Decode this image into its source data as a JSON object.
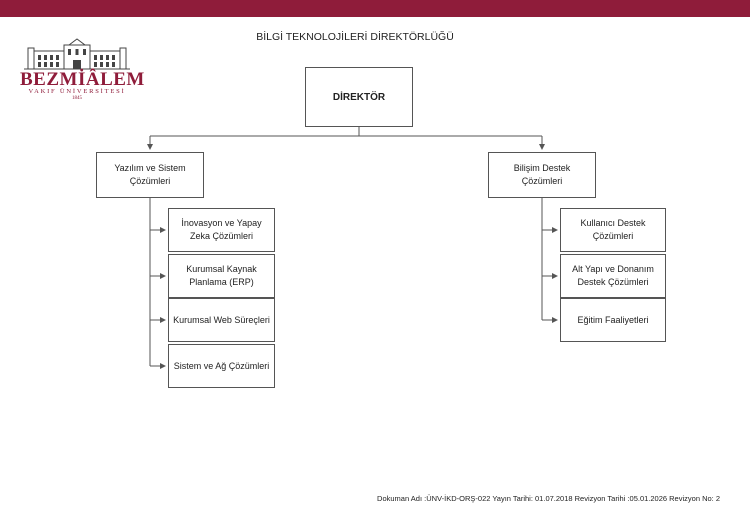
{
  "logo": {
    "name": "BEZMİÂLEM",
    "subtitle": "VAKIF ÜNİVERSİTESİ",
    "year": "1845"
  },
  "title": "BİLGİ TEKNOLOJİLERİ DİREKTÖRLÜĞÜ",
  "director": "DİREKTÖR",
  "left_branch": {
    "head": "Yazılım ve Sistem Çözümleri",
    "units": [
      "İnovasyon ve Yapay Zeka Çözümleri",
      "Kurumsal Kaynak Planlama (ERP)",
      "Kurumsal Web Süreçleri",
      "Sistem ve Ağ Çözümleri"
    ]
  },
  "right_branch": {
    "head": "Bilişim Destek Çözümleri",
    "units": [
      "Kullanıcı Destek Çözümleri",
      "Alt Yapı ve Donanım Destek Çözümleri",
      "Eğitim Faaliyetleri"
    ]
  },
  "footer": "Dokuman Adı :ÜNV-İKD-ORŞ-022 Yayın Tarihi: 01.07.2018 Revizyon Tarihi :05.01.2026 Revizyon No: 2",
  "colors": {
    "brand": "#8f1c3a",
    "line": "#555555"
  }
}
